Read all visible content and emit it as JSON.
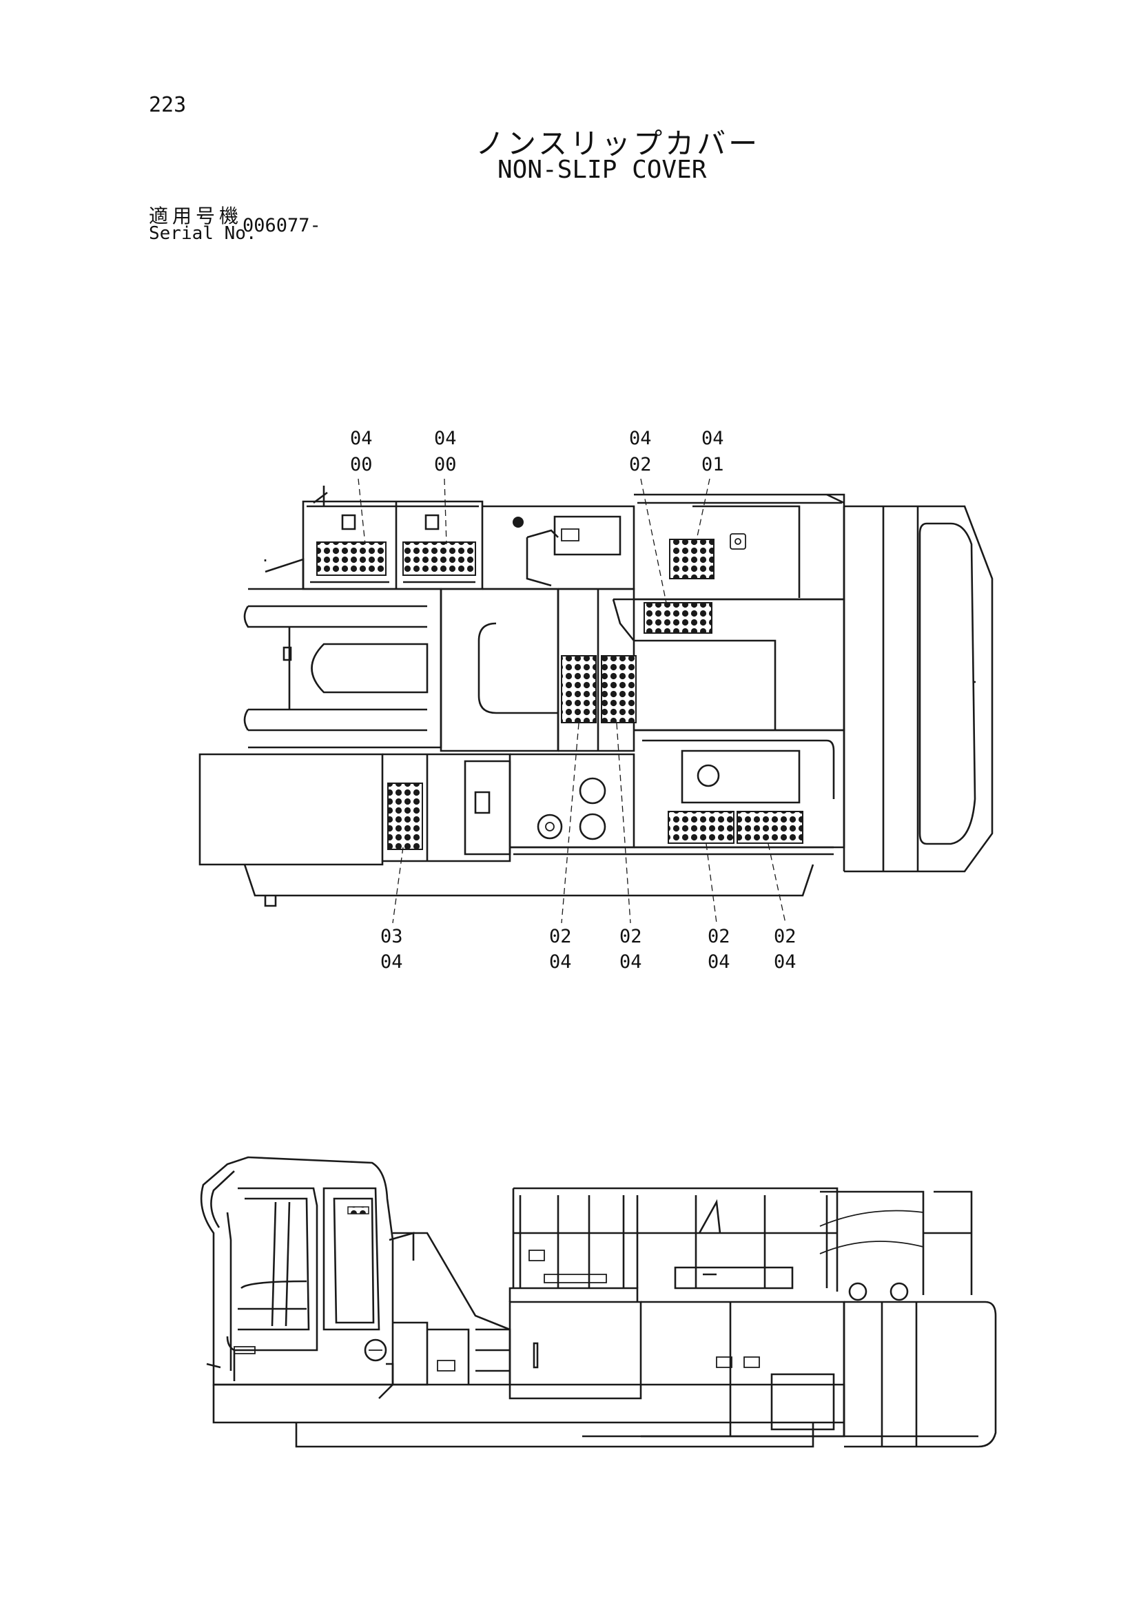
{
  "page_number": "223",
  "title_jp": "ノンスリップカバー",
  "title_en": "NON-SLIP COVER",
  "serial_label_jp": "適用号機",
  "serial_label_en": "Serial No.",
  "serial_value": "006077-",
  "callouts_top": [
    {
      "line1": "04",
      "line2": "00"
    },
    {
      "line1": "04",
      "line2": "00"
    },
    {
      "line1": "04",
      "line2": "02"
    },
    {
      "line1": "04",
      "line2": "01"
    }
  ],
  "callouts_bottom": [
    {
      "line1": "03",
      "line2": "04"
    },
    {
      "line1": "02",
      "line2": "04"
    },
    {
      "line1": "02",
      "line2": "04"
    },
    {
      "line1": "02",
      "line2": "04"
    },
    {
      "line1": "02",
      "line2": "04"
    }
  ]
}
